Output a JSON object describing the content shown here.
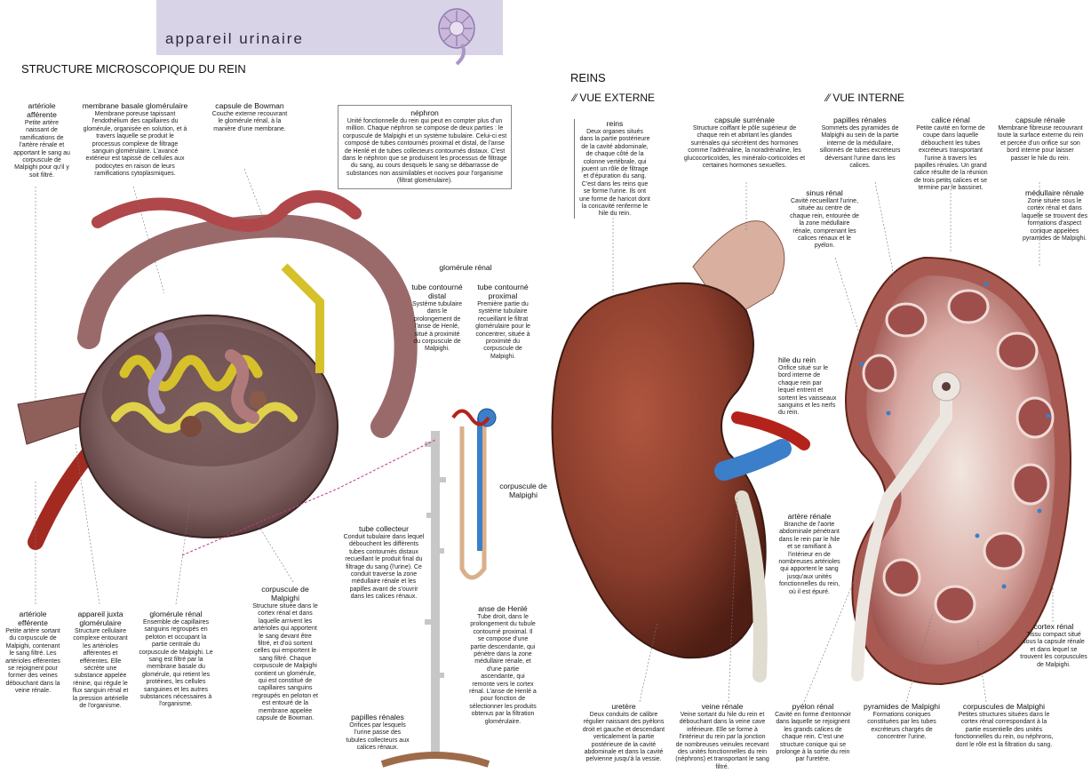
{
  "header": {
    "title": "appareil urinaire",
    "band_color": "#d9d3e8",
    "icon": "kidney-section-icon"
  },
  "left_section": {
    "title": "STRUCTURE MICROSCOPIQUE DU REIN",
    "labels": {
      "arteriole_afferente": {
        "title": "artériole afférente",
        "desc": "Petite artère naissant de ramifications de l'artère rénale et apportant le sang au corpuscule de Malpighi pour qu'il y soit filtré."
      },
      "membrane_basale": {
        "title": "membrane basale glomérulaire",
        "desc": "Membrane poreuse tapissant l'endothélium des capillaires du glomérule, organisée en solution, et à travers laquelle se produit le processus complexe de filtrage sanguin glomérulaire. L'avancé extérieur est tapissé de cellules aux podocytes en raison de leurs ramifications cytoplasmiques."
      },
      "capsule_bowman": {
        "title": "capsule de Bowman",
        "desc": "Couche externe recouvrant le glomérule rénal, à la manière d'une membrane."
      },
      "nephron": {
        "title": "néphron",
        "desc": "Unité fonctionnelle du rein qui peut en compter plus d'un million. Chaque néphron se compose de deux parties : le corpuscule de Malpighi et un système tubulaire. Celui-ci est composé de tubes contournés proximal et distal, de l'anse de Henlé et de tubes collecteurs contournés distaux. C'est dans le néphron que se produisent les processus de filtrage du sang, au cours desquels le sang se débarrasse de substances non assimilables et nocives pour l'organisme (filtrat glomérulaire)."
      },
      "glomerule_renal_top": {
        "title": "glomérule rénal"
      },
      "tube_distal": {
        "title": "tube contourné distal",
        "desc": "Système tubulaire dans le prolongement de l'anse de Henlé, situé à proximité du corpuscule de Malpighi."
      },
      "tube_proximal": {
        "title": "tube contourné proximal",
        "desc": "Première partie du système tubulaire recueillant le filtrat glomérulaire pour le concentrer, située à proximité du corpuscule de Malpighi."
      },
      "corpuscule_right": {
        "title": "corpuscule de Malpighi"
      },
      "tube_collecteur": {
        "title": "tube collecteur",
        "desc": "Conduit tubulaire dans lequel débouchent les différents tubes contournés distaux recueillant le produit final du filtrage du sang (l'urine). Ce conduit traverse la zone médullaire rénale et les papilles avant de s'ouvrir dans les calices rénaux."
      },
      "corpuscule_bottom": {
        "title": "corpuscule de Malpighi",
        "desc": "Structure située dans le cortex rénal et dans laquelle arrivent les artérioles qui apportent le sang devant être filtré, et d'où sortent celles qui emportent le sang filtré. Chaque corpuscule de Malpighi contient un glomérule, qui est constitué de capillaires sanguins regroupés en peloton et est entouré de la membrane appelée capsule de Bowman."
      },
      "arteriole_efferente": {
        "title": "artériole efférente",
        "desc": "Petite artère sortant du corpuscule de Malpighi, contenant le sang filtré. Les artérioles efférentes se rejoignent pour former des veines débouchant dans la veine rénale."
      },
      "appareil_juxta": {
        "title": "appareil juxta glomérulaire",
        "desc": "Structure cellulaire complexe entourant les artérioles afférentes et efférentes. Elle sécrète une substance appelée rénine, qui régule le flux sanguin rénal et la pression artérielle de l'organisme."
      },
      "glomerule_renal_bottom": {
        "title": "glomérule rénal",
        "desc": "Ensemble de capillaires sanguins regroupés en peloton et occupant la partie centrale du corpuscule de Malpighi. Le sang est filtré par la membrane basale du glomérule, qui retient les protéines, les cellules sanguines et les autres substances nécessaires à l'organisme."
      },
      "papilles_left": {
        "title": "papilles rénales",
        "desc": "Orifices par lesquels l'urine passe des tubules collecteurs aux calices rénaux."
      },
      "anse_henle": {
        "title": "anse de Henlé",
        "desc": "Tube droit, dans le prolongement du tubule contourné proximal. Il se compose d'une partie descendante, qui pénètre dans la zone médullaire rénale, et d'une partie ascendante, qui remonte vers le cortex rénal. L'anse de Henlé a pour fonction de sélectionner les produits obtenus par la filtration glomérulaire."
      }
    }
  },
  "right_section": {
    "title": "REINS",
    "view_external": "VUE EXTERNE",
    "view_internal": "VUE INTERNE",
    "labels": {
      "reins": {
        "title": "reins",
        "desc": "Deux organes situés dans la partie postérieure de la cavité abdominale, de chaque côté de la colonne vertébrale, qui jouent un rôle de filtrage et d'épuration du sang. C'est dans les reins que se forme l'urine. Ils ont une forme de haricot dont la concavité renferme le hile du rein."
      },
      "capsule_surrenale": {
        "title": "capsule surrénale",
        "desc": "Structure coiffant le pôle supérieur de chaque rein et abritant les glandes surrénales qui sécrètent des hormones comme l'adrénaline, la noradrénaline, les glucocorticoïdes, les minéralo-corticoïdes et certaines hormones sexuelles."
      },
      "papilles_renales": {
        "title": "papilles rénales",
        "desc": "Sommets des pyramides de Malpighi au sein de la partie interne de la médullaire, sillonnés de tubes excréteurs déversant l'urine dans les calices."
      },
      "calice_renal": {
        "title": "calice rénal",
        "desc": "Petite cavité en forme de coupe dans laquelle débouchent les tubes excréteurs transportant l'urine à travers les papilles rénales. Un grand calice résulte de la réunion de trois petits calices et se termine par le bassinet."
      },
      "capsule_renale": {
        "title": "capsule rénale",
        "desc": "Membrane fibreuse recouvrant toute la surface externe du rein et percée d'un orifice sur son bord interne pour laisser passer le hile du rein."
      },
      "sinus_renal": {
        "title": "sinus rénal",
        "desc": "Cavité recueillant l'urine, située au centre de chaque rein, entourée de la zone médullaire rénale, comprenant les calices rénaux et le pyélon."
      },
      "medullaire_renale": {
        "title": "médullaire rénale",
        "desc": "Zone située sous le cortex rénal et dans laquelle se trouvent des formations d'aspect conique appelées pyramides de Malpighi."
      },
      "hile_rein": {
        "title": "hile du rein",
        "desc": "Orifice situé sur le bord interne de chaque rein par lequel entrent et sortent les vaisseaux sanguins et les nerfs du rein."
      },
      "artere_renale": {
        "title": "artère rénale",
        "desc": "Branche de l'aorte abdominale pénétrant dans le rein par le hile et se ramifiant à l'intérieur en de nombreuses artérioles qui apportent le sang jusqu'aux unités fonctionnelles du rein, où il est épuré."
      },
      "cortex_renal": {
        "title": "cortex rénal",
        "desc": "Tissu compact situé sous la capsule rénale et dans lequel se trouvent les corpuscules de Malpighi."
      },
      "uretere": {
        "title": "uretère",
        "desc": "Deux conduits de calibre régulier naissant des pyélons droit et gauche et descendant verticalement la partie postérieure de la cavité abdominale et dans la cavité pelvienne jusqu'à la vessie."
      },
      "veine_renale": {
        "title": "veine rénale",
        "desc": "Veine sortant du hile du rein et débouchant dans la veine cave inférieure. Elle se forme à l'intérieur du rein par la jonction de nombreuses veinules recevant des unités fonctionnelles du rein (néphrons) et transportant le sang filtré."
      },
      "pyelon_renal": {
        "title": "pyélon rénal",
        "desc": "Cavité en forme d'entonnoir dans laquelle se rejoignent les grands calices de chaque rein. C'est une structure conique qui se prolonge à la sortie du rein par l'uretère."
      },
      "pyramides_malpighi": {
        "title": "pyramides de Malpighi",
        "desc": "Formations coniques constituées par les tubes excréteurs chargés de concentrer l'urine."
      },
      "corpuscules_malpighi": {
        "title": "corpuscules de Malpighi",
        "desc": "Petites structures situées dans le cortex rénal correspondant à la partie essentielle des unités fonctionnelles du rein, ou néphrons, dont le rôle est la filtration du sang."
      }
    }
  },
  "colors": {
    "kidney": "#8a3d2c",
    "kidney_dark": "#5e2418",
    "artery": "#b3231b",
    "vein": "#3b7ec9",
    "adrenal": "#d9b0a0",
    "section_pink": "#d49a9a",
    "tubule_yellow": "#d6c12a"
  }
}
